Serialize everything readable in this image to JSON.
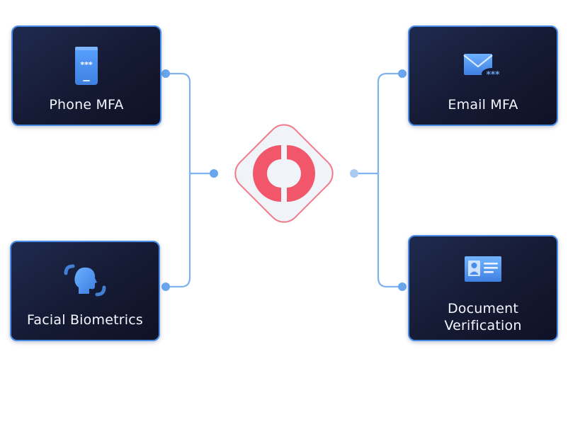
{
  "nodes": {
    "phone_mfa": {
      "label": "Phone MFA",
      "icon": "phone-otp-icon"
    },
    "email_mfa": {
      "label": "Email MFA",
      "icon": "envelope-otp-icon"
    },
    "facial_biometrics": {
      "label": "Facial Biometrics",
      "icon": "face-scan-icon"
    },
    "document_verification": {
      "label_line1": "Document",
      "label_line2": "Verification",
      "icon": "id-card-icon"
    }
  },
  "hub": {
    "icon": "brand-ring-logo"
  },
  "colors": {
    "card_border": "#4a8de8",
    "card_bg": "#151a33",
    "connector": "#7fb2f0",
    "hub_border": "#f07a8c",
    "hub_fill": "#f0f4f8",
    "logo": "#f2566b"
  }
}
